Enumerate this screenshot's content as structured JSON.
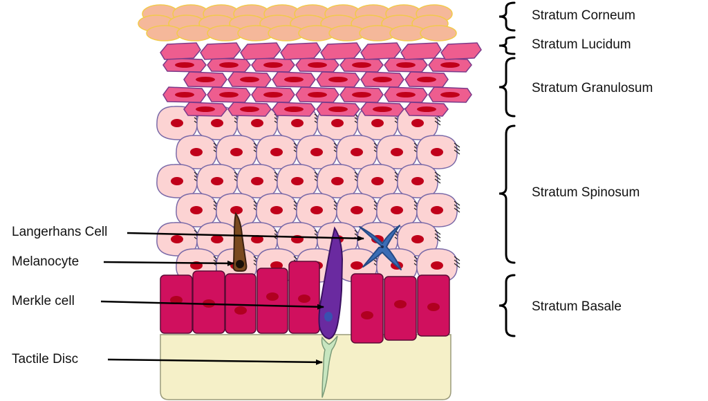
{
  "layers": [
    {
      "id": "corneum",
      "label": "Stratum Corneum"
    },
    {
      "id": "lucidum",
      "label": "Stratum Lucidum"
    },
    {
      "id": "granulosum",
      "label": "Stratum Granulosum"
    },
    {
      "id": "spinosum",
      "label": "Stratum Spinosum"
    },
    {
      "id": "basale",
      "label": "Stratum Basale"
    }
  ],
  "cells": [
    {
      "id": "langerhans",
      "label": "Langerhans Cell"
    },
    {
      "id": "melanocyte",
      "label": "Melanocyte"
    },
    {
      "id": "merkle",
      "label": "Merkle cell"
    },
    {
      "id": "tactile",
      "label": "Tactile Disc"
    }
  ],
  "colors": {
    "corneum_fill": "#f5b89a",
    "corneum_edge": "#f2c94c",
    "granular_fill": "#ee5d8f",
    "granular_edge": "#7a3a8a",
    "spinous_fill": "#fcd3d3",
    "nucleus": "#c0001a",
    "basal_fill": "#d0105e",
    "dermis": "#f5f0c8",
    "langerhans": "#3060a8",
    "melanocyte": "#6b3a1a",
    "merkle": "#6a2aa0",
    "tactile": "#c8e6c0"
  }
}
